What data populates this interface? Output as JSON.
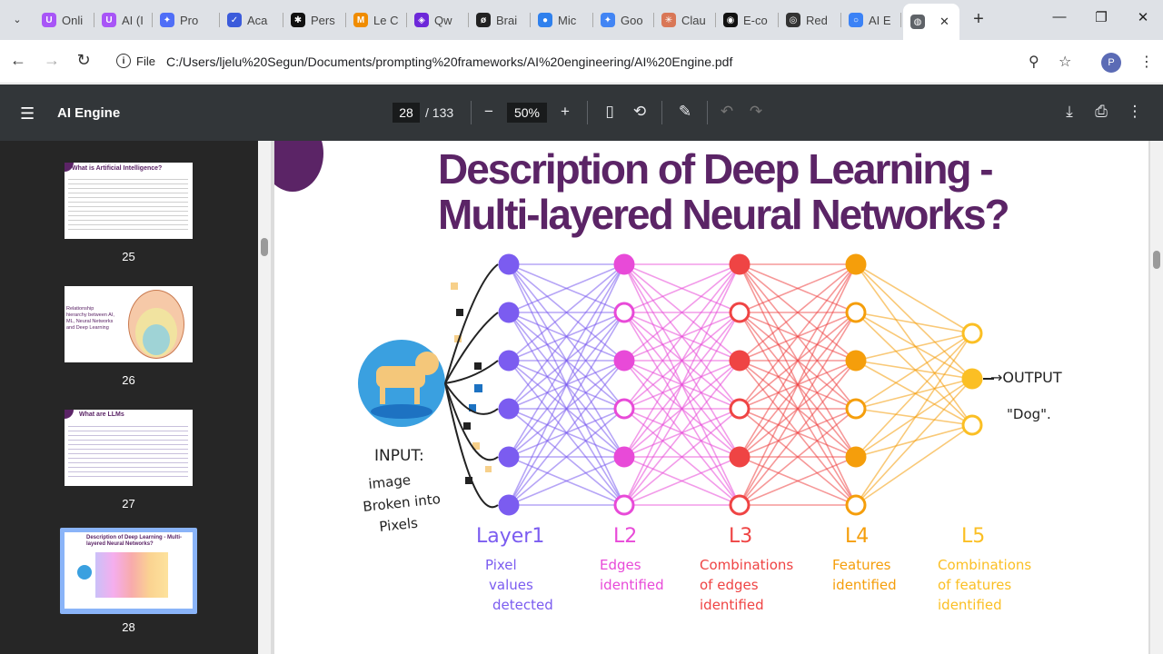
{
  "browser": {
    "tabs": [
      {
        "label": "Onli",
        "color": "#a855f7",
        "glyph": "U"
      },
      {
        "label": "AI (I",
        "color": "#a855f7",
        "glyph": "U"
      },
      {
        "label": "Pro",
        "color": "#4f6ef7",
        "glyph": "✦"
      },
      {
        "label": "Aca",
        "color": "#3b5bdb",
        "glyph": "✓"
      },
      {
        "label": "Pers",
        "color": "#111111",
        "glyph": "✱"
      },
      {
        "label": "Le C",
        "color": "#f08c00",
        "glyph": "M"
      },
      {
        "label": "Qw",
        "color": "#6d28d9",
        "glyph": "◈"
      },
      {
        "label": "Brai",
        "color": "#222222",
        "glyph": "ø"
      },
      {
        "label": "Mic",
        "color": "#2f80ed",
        "glyph": "●"
      },
      {
        "label": "Goo",
        "color": "#4285f4",
        "glyph": "✦"
      },
      {
        "label": "Clau",
        "color": "#d97757",
        "glyph": "✳"
      },
      {
        "label": "E-co",
        "color": "#111111",
        "glyph": "◉"
      },
      {
        "label": "Red",
        "color": "#333333",
        "glyph": "◎"
      },
      {
        "label": "AI E",
        "color": "#3b82f6",
        "glyph": "○"
      }
    ],
    "active_tab_icon": "globe-icon",
    "url": "C:/Users/ljelu%20Segun/Documents/prompting%20frameworks/AI%20engineering/AI%20Engine.pdf",
    "file_label": "File",
    "profile_initial": "P"
  },
  "viewer": {
    "doc_title": "AI Engine",
    "current_page": "28",
    "total_pages": "/ 133",
    "zoom": "50%"
  },
  "thumbnails": [
    {
      "page": "25",
      "title": "What is Artificial Intelligence?"
    },
    {
      "page": "26",
      "title": "Relationship hierarchy between AI, ML, Neural Networks and Deep Learning"
    },
    {
      "page": "27",
      "title": "What are LLMs"
    },
    {
      "page": "28",
      "title": "Description of Deep Learning - Multi-layered Neural Networks?"
    }
  ],
  "slide": {
    "title": "Description of Deep Learning - Multi-layered Neural Networks?",
    "input_label": "INPUT:",
    "input_desc": [
      "image",
      "Broken into",
      "Pixels"
    ],
    "output_label": "→OUTPUT",
    "output_value": "\"Dog\".",
    "layers": [
      {
        "name": "Layer1",
        "desc": [
          "Pixel",
          "values",
          "detected"
        ],
        "color": "#7b5cf0"
      },
      {
        "name": "L2",
        "desc": [
          "Edges",
          "identified"
        ],
        "color": "#e84ad8"
      },
      {
        "name": "L3",
        "desc": [
          "Combinations",
          "of edges",
          "identified"
        ],
        "color": "#ef4444"
      },
      {
        "name": "L4",
        "desc": [
          "Features",
          "identified"
        ],
        "color": "#f59e0b"
      },
      {
        "name": "L5",
        "desc": [
          "Combinations",
          "of features",
          "identified"
        ],
        "color": "#fbbf24"
      }
    ]
  }
}
